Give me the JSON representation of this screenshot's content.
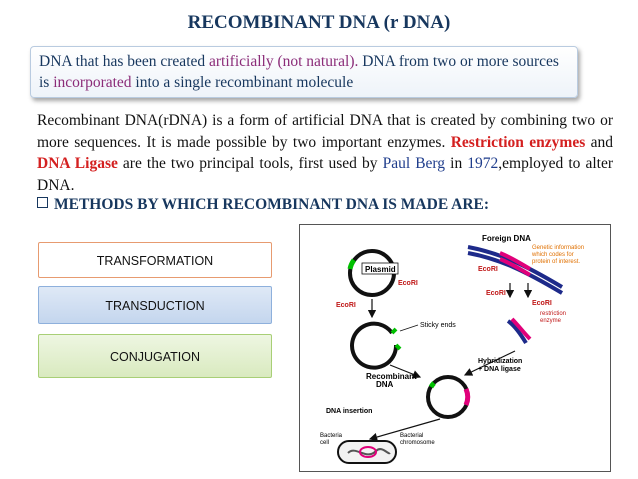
{
  "title": "RECOMBINANT DNA (r DNA)",
  "definition": {
    "part1": "DNA that has been created ",
    "highlight1": "artificially (not natural).",
    "part2": " DNA from two or more sources is ",
    "highlight2": "incorporated",
    "part3": " into a single recombinant molecule"
  },
  "paragraph": {
    "text1": "Recombinant DNA(rDNA) is a form of artificial DNA that is created by combining two or more sequences. It is made possible by two important enzymes. ",
    "enzyme1": "Restriction enzymes",
    "text2": " and ",
    "enzyme2": "DNA Ligase",
    "text3": " are the two principal tools, first used by ",
    "scientist": "Paul Berg",
    "text4": " in ",
    "year": "1972",
    "text5": ",employed to alter DNA."
  },
  "methods_heading": "METHODS BY WHICH RECOMBINANT DNA IS MADE ARE:",
  "methods": [
    "TRANSFORMATION",
    "TRANSDUCTION",
    "CONJUGATION"
  ],
  "diagram": {
    "plasmid": "Plasmid",
    "ecori": "EcoRI",
    "foreign_dna": "Foreign DNA",
    "genetic_info": [
      "Genetic information",
      "which codes for",
      "protein of interest."
    ],
    "restriction_enzyme": [
      "restriction",
      "enzyme"
    ],
    "sticky_ends": "Sticky ends",
    "hybridization": [
      "Hybridization",
      "+ DNA ligase"
    ],
    "recombinant": [
      "Recombinant",
      "DNA"
    ],
    "dna_insertion": "DNA insertion",
    "bacteria_cell": [
      "Bacteria",
      "cell"
    ],
    "bacterial_chromosome": [
      "Bacterial",
      "chromosome"
    ],
    "colors": {
      "plasmid_green": "#00c000",
      "insert_magenta": "#e0007a",
      "foreign_blue": "#1d2a8a",
      "label_red": "#c01818",
      "info_orange": "#e07000"
    }
  }
}
